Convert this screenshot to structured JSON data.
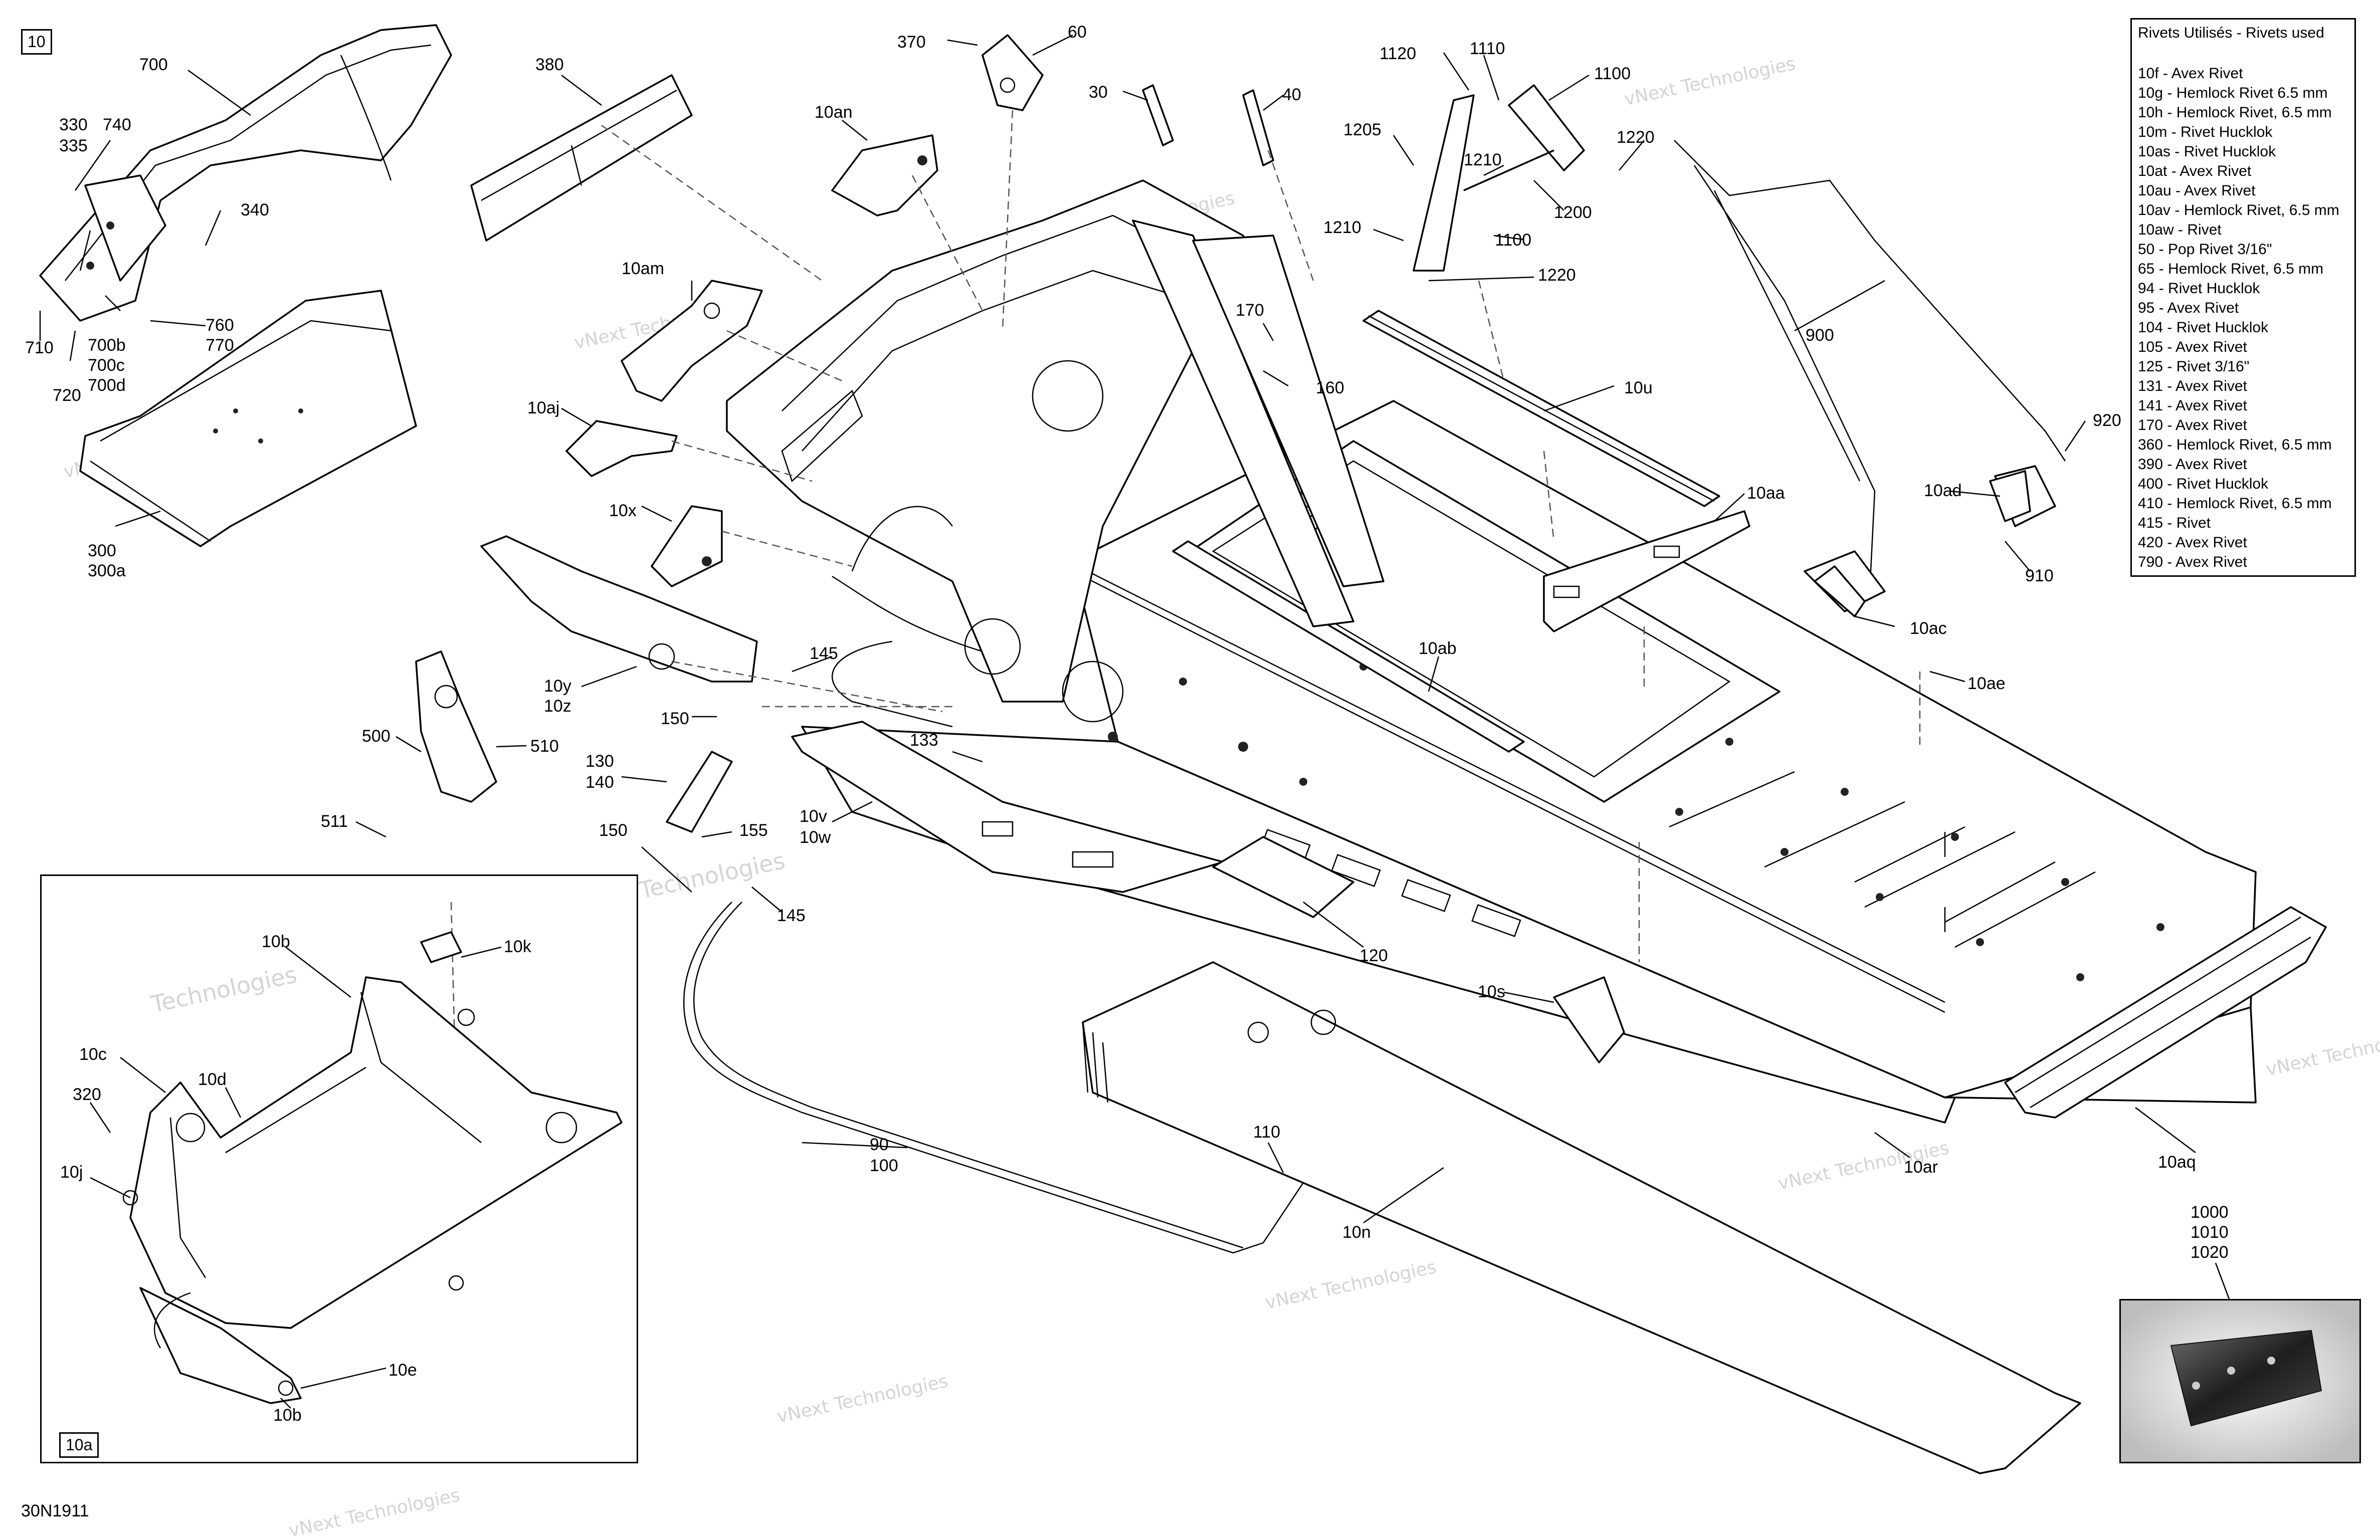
{
  "diagram_id": "30N1911",
  "main_tag": "10",
  "inset_tag": "10a",
  "legend": {
    "title": "Rivets Utilisés - Rivets used",
    "items": [
      "10f - Avex Rivet",
      "10g - Hemlock Rivet 6.5 mm",
      "10h - Hemlock Rivet, 6.5 mm",
      "10m - Rivet Hucklok",
      "10as - Rivet Hucklok",
      "10at - Avex Rivet",
      "10au - Avex Rivet",
      "10av - Hemlock Rivet, 6.5 mm",
      "10aw - Rivet",
      "50 - Pop Rivet 3/16\"",
      "65 - Hemlock Rivet, 6.5 mm",
      "94 - Rivet Hucklok",
      "95 - Avex Rivet",
      "104 - Rivet Hucklok",
      "105 - Avex Rivet",
      "125 - Rivet 3/16\"",
      "131 - Avex Rivet",
      "141 - Avex Rivet",
      "170 - Avex Rivet",
      "360 - Hemlock Rivet, 6.5 mm",
      "390 - Avex Rivet",
      "400 - Rivet Hucklok",
      "410 - Hemlock Rivet, 6.5 mm",
      "415 - Rivet",
      "420 - Avex Rivet",
      "790 - Avex Rivet"
    ]
  },
  "callouts": {
    "c700": "700",
    "c330": "330",
    "c335": "335",
    "c740": "740",
    "c340": "340",
    "c710": "710",
    "c700b": "700b",
    "c700c": "700c",
    "c700d": "700d",
    "c720": "720",
    "c760": "760",
    "c770": "770",
    "c380": "380",
    "c370": "370",
    "c60": "60",
    "c10an": "10an",
    "c30": "30",
    "c40": "40",
    "c1120": "1120",
    "c1110": "1110",
    "c1100a": "1100",
    "c1205": "1205",
    "c1210a": "1210",
    "c1220a": "1220",
    "c1200": "1200",
    "c1210b": "1210",
    "c1100b": "1100",
    "c1220b": "1220",
    "c900": "900",
    "c920": "920",
    "c10ad": "10ad",
    "c910": "910",
    "c10am": "10am",
    "c170": "170",
    "c160": "160",
    "c10u": "10u",
    "c10aj": "10aj",
    "c300": "300",
    "c300a": "300a",
    "c10x": "10x",
    "c10aa": "10aa",
    "c10ac": "10ac",
    "c10ab": "10ab",
    "c10ae": "10ae",
    "c145a": "145",
    "c10y": "10y",
    "c10z": "10z",
    "c150a": "150",
    "c500": "500",
    "c510": "510",
    "c130": "130",
    "c140": "140",
    "c133": "133",
    "c10v": "10v",
    "c10w": "10w",
    "c511": "511",
    "c150b": "150",
    "c155": "155",
    "c145b": "145",
    "c120": "120",
    "c10s": "10s",
    "c10b_top": "10b",
    "c10k": "10k",
    "c10c": "10c",
    "c10d": "10d",
    "c320": "320",
    "c10j": "10j",
    "c10e": "10e",
    "c10b_bot": "10b",
    "c90": "90",
    "c100": "100",
    "c110": "110",
    "c10n": "10n",
    "c10ar": "10ar",
    "c10aq": "10aq",
    "c1000": "1000",
    "c1010": "1010",
    "c1020": "1020"
  },
  "watermark": {
    "line1": "vNext",
    "line2": "Technologies",
    "line_full": "vNext Technologies"
  }
}
